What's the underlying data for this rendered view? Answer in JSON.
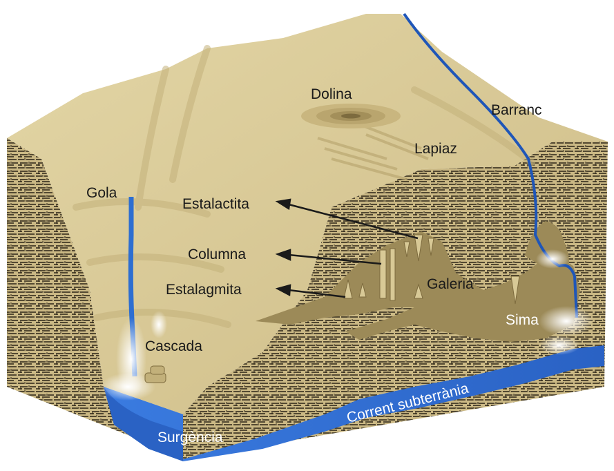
{
  "labels": {
    "dolina": "Dolina",
    "barranc": "Barranc",
    "lapiaz": "Lapiaz",
    "gola": "Gola",
    "estalactita": "Estalactita",
    "columna": "Columna",
    "estalagmita": "Estalagmita",
    "galeria": "Galeria",
    "sima": "Sima",
    "cascada": "Cascada",
    "corrent_subterrania": "Corrent subterrània",
    "surgencia": "Surgència"
  },
  "colors": {
    "surface": "#d8c996",
    "surface_dark": "#c2b07a",
    "rock_face": "#cbb985",
    "rock_texture": "#2b2416",
    "cave": "#9c8a58",
    "water": "#2d6ed1",
    "water_light": "#5b95e4",
    "foam": "#f4f6f8",
    "text": "#1a1a1a"
  }
}
